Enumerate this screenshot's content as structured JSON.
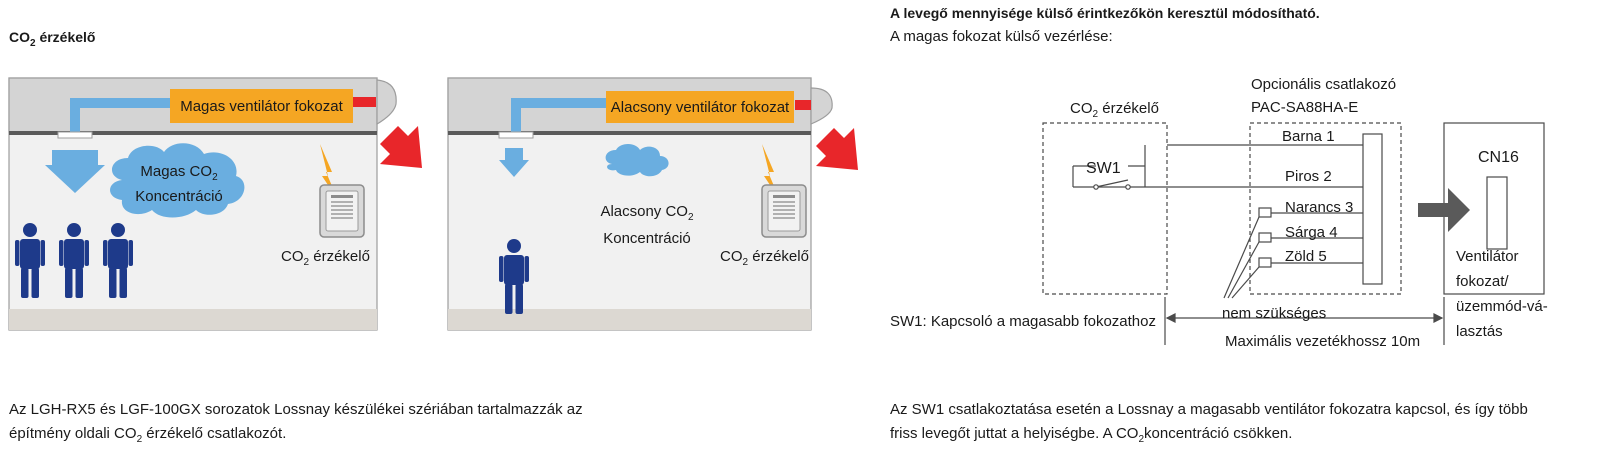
{
  "left": {
    "heading": {
      "pre": "CO",
      "sub": "2",
      "post": " érzékelő"
    },
    "panel1": {
      "banner": "Magas ventilátor fokozat",
      "cloud_line1": {
        "pre": "Magas CO",
        "sub": "2"
      },
      "cloud_line2": "Koncentráció",
      "sensor_label": {
        "pre": "CO",
        "sub": "2",
        "post": " érzékelő"
      }
    },
    "panel2": {
      "banner": "Alacsony ventilátor fokozat",
      "cloud_line1": {
        "pre": "Alacsony CO",
        "sub": "2"
      },
      "cloud_line2": "Koncentráció",
      "sensor_label": {
        "pre": "CO",
        "sub": "2",
        "post": " érzékelő"
      }
    },
    "description": {
      "line1": "Az LGH-RX5 és LGF-100GX sorozatok Lossnay készülékei szériában tartalmazzák az",
      "line2": {
        "pre": "építmény oldali CO",
        "sub": "2",
        "post": " érzékelő csatlakozót."
      }
    },
    "colors": {
      "banner": "#f5a623",
      "duct": "#6aaee0",
      "cloud": "#6aaee0",
      "person": "#1e3a8a",
      "arrow_red": "#e8262a",
      "lightning": "#f5a623"
    }
  },
  "right": {
    "heading": "A levegő mennyisége külső érintkezőkön keresztül módosítható.",
    "subheading": "A magas fokozat külső vezérlése:",
    "sensor_box_label": {
      "pre": "CO",
      "sub": "2",
      "post": " érzékelő"
    },
    "switch_label": "SW1",
    "connector_title_line1": "Opcionális csatlakozó",
    "connector_title_line2": "PAC-SA88HA-E",
    "wires": [
      "Barna 1",
      "Piros 2",
      "Narancs 3",
      "Sárga 4",
      "Zöld 5"
    ],
    "not_needed": "nem szükséges",
    "cn_label": "CN16",
    "target_lines": [
      "Ventilátor",
      "fokozat/",
      "üzemmód-vá-",
      "lasztás"
    ],
    "sw_note": "SW1: Kapcsoló a magasabb fokozathoz",
    "max_length": "Maximális vezetékhossz 10m",
    "description": {
      "line1": "Az SW1 csatlakoztatása esetén a Lossnay a magasabb ventilátor fokozatra kapcsol, és így több",
      "line2": {
        "pre": "friss levegőt juttat a helyiségbe. A CO",
        "sub": "2",
        "post": "koncentráció csökken."
      }
    }
  }
}
